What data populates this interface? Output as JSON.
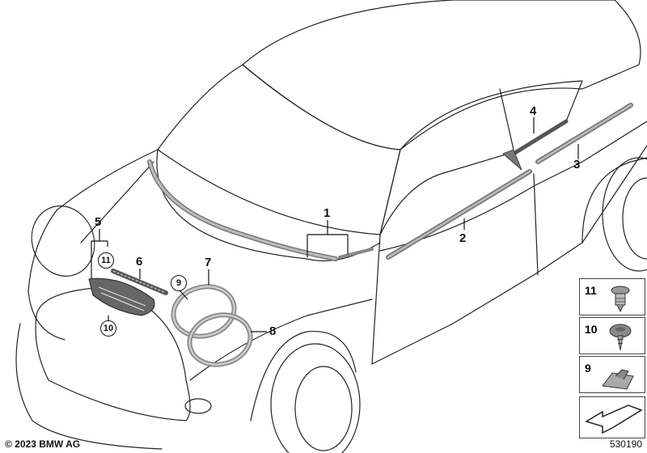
{
  "callouts": {
    "c1": "1",
    "c2": "2",
    "c3": "3",
    "c4": "4",
    "c5": "5",
    "c6": "6",
    "c7": "7",
    "c8": "8",
    "c9": "9",
    "c10": "10",
    "c11": "11"
  },
  "legend": [
    {
      "number": "11",
      "part": "clip-icon"
    },
    {
      "number": "10",
      "part": "screw-icon"
    },
    {
      "number": "9",
      "part": "bracket-clip-icon"
    }
  ],
  "footer": {
    "copyright": "© 2023 BMW AG",
    "image_number": "530190"
  }
}
